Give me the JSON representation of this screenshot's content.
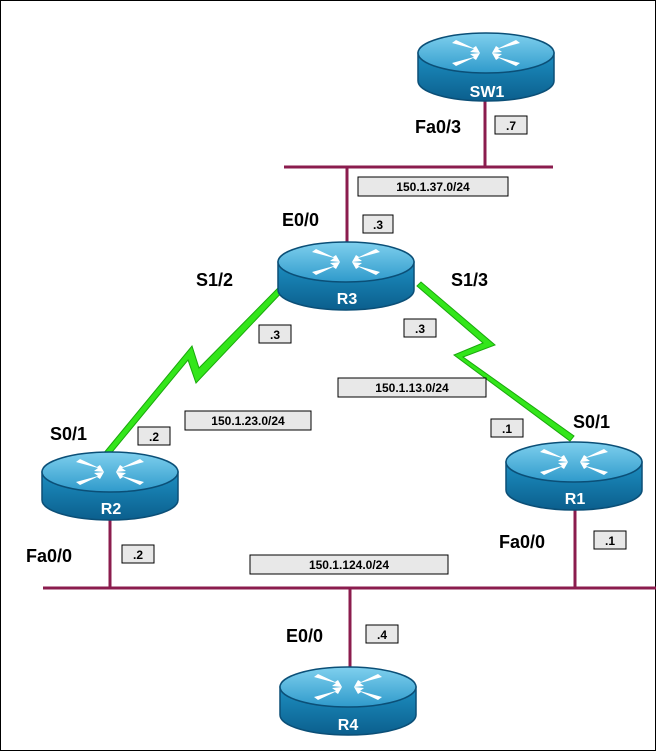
{
  "routers": {
    "sw1": "SW1",
    "r3": "R3",
    "r2": "R2",
    "r1": "R1",
    "r4": "R4"
  },
  "interfaces": {
    "sw1_fa03": "Fa0/3",
    "r3_e00": "E0/0",
    "r3_s12": "S1/2",
    "r3_s13": "S1/3",
    "r2_s01": "S0/1",
    "r1_s01": "S0/1",
    "r2_fa00": "Fa0/0",
    "r1_fa00": "Fa0/0",
    "r4_e00": "E0/0"
  },
  "hosts": {
    "sw1": ".7",
    "r3_e": ".3",
    "r3_s12": ".3",
    "r3_s13": ".3",
    "r2_s": ".2",
    "r1_s": ".1",
    "r2_fa": ".2",
    "r1_fa": ".1",
    "r4": ".4"
  },
  "networks": {
    "net37": "150.1.37.0/24",
    "net13": "150.1.13.0/24",
    "net23": "150.1.23.0/24",
    "net124": "150.1.124.0/24"
  },
  "colors": {
    "router_body": "#1a86b8",
    "router_top": "#52b6dd",
    "ethernet": "#8b1c4e",
    "serial": "#33e61a"
  }
}
